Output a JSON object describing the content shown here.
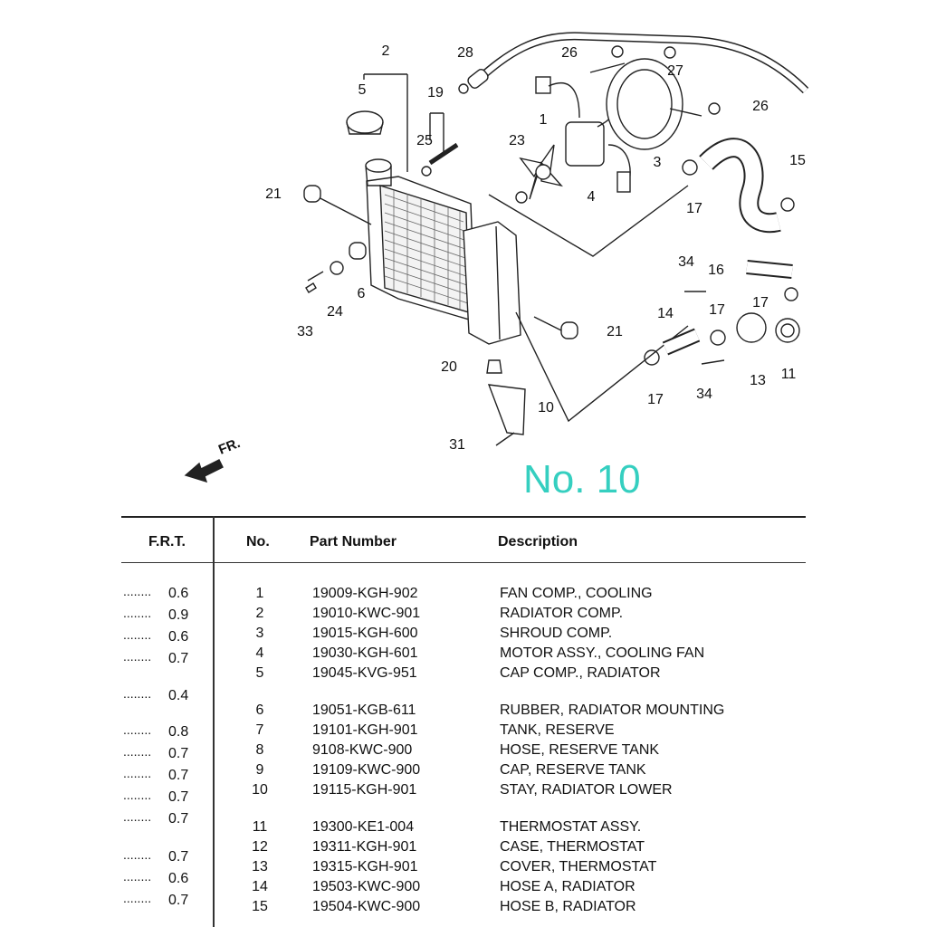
{
  "diagram": {
    "page_label": "No. 10",
    "front_indicator": "FR.",
    "callouts": [
      "1",
      "2",
      "3",
      "4",
      "5",
      "6",
      "10",
      "11",
      "13",
      "14",
      "15",
      "16",
      "17",
      "17",
      "17",
      "17",
      "19",
      "20",
      "21",
      "21",
      "23",
      "24",
      "25",
      "26",
      "26",
      "27",
      "28",
      "31",
      "33",
      "34",
      "34"
    ]
  },
  "table": {
    "headers": {
      "frt": "F.R.T.",
      "no": "No.",
      "part_number": "Part Number",
      "description": "Description"
    },
    "frt_values": [
      "0.6",
      "0.9",
      "0.6",
      "0.7",
      "0.4",
      "0.8",
      "0.7",
      "0.7",
      "0.7",
      "0.7",
      "0.7",
      "0.6",
      "0.7"
    ],
    "frt_dots": "........",
    "rows": [
      {
        "no": "1",
        "part_number": "19009-KGH-902",
        "description": "FAN COMP., COOLING"
      },
      {
        "no": "2",
        "part_number": "19010-KWC-901",
        "description": "RADIATOR COMP."
      },
      {
        "no": "3",
        "part_number": "19015-KGH-600",
        "description": "SHROUD COMP."
      },
      {
        "no": "4",
        "part_number": "19030-KGH-601",
        "description": "MOTOR ASSY., COOLING FAN"
      },
      {
        "no": "5",
        "part_number": "19045-KVG-951",
        "description": "CAP COMP., RADIATOR"
      },
      {
        "no": "6",
        "part_number": "19051-KGB-611",
        "description": "RUBBER, RADIATOR MOUNTING"
      },
      {
        "no": "7",
        "part_number": "19101-KGH-901",
        "description": "TANK, RESERVE"
      },
      {
        "no": "8",
        "part_number": "9108-KWC-900",
        "description": "HOSE, RESERVE TANK"
      },
      {
        "no": "9",
        "part_number": "19109-KWC-900",
        "description": "CAP, RESERVE TANK"
      },
      {
        "no": "10",
        "part_number": "19115-KGH-901",
        "description": "STAY, RADIATOR LOWER"
      },
      {
        "no": "11",
        "part_number": "19300-KE1-004",
        "description": "THERMOSTAT ASSY."
      },
      {
        "no": "12",
        "part_number": "19311-KGH-901",
        "description": "CASE, THERMOSTAT"
      },
      {
        "no": "13",
        "part_number": "19315-KGH-901",
        "description": "COVER, THERMOSTAT"
      },
      {
        "no": "14",
        "part_number": "19503-KWC-900",
        "description": "HOSE A, RADIATOR"
      },
      {
        "no": "15",
        "part_number": "19504-KWC-900",
        "description": "HOSE B, RADIATOR"
      }
    ]
  }
}
